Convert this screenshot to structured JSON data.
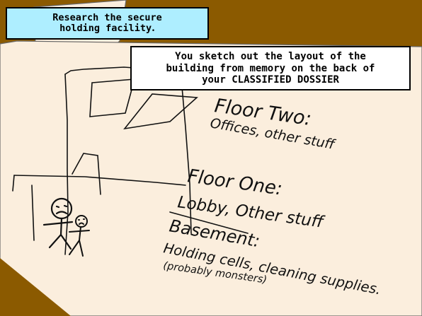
{
  "caption": {
    "title_line1": "Research the secure",
    "title_line2": "holding facility",
    "title_period": ".",
    "narration_line1": "You sketch out the layout of the",
    "narration_line2": "building from memory on the back of",
    "narration_line3_prefix": "your ",
    "narration_line3_emph": "CLASSIFIED DOSSIER"
  },
  "sketch": {
    "floor_two_heading": "Floor Two:",
    "floor_two_desc": "Offices, other stuff",
    "floor_one_heading": "Floor One:",
    "floor_one_desc": "Lobby, Other stuff",
    "basement_heading": "Basement:",
    "basement_desc": "Holding cells, cleaning supplies.",
    "basement_note": "(probably monsters)"
  },
  "colors": {
    "table": "#8b5a00",
    "paper": "#fbeedd",
    "title_box": "#aeeeff"
  }
}
